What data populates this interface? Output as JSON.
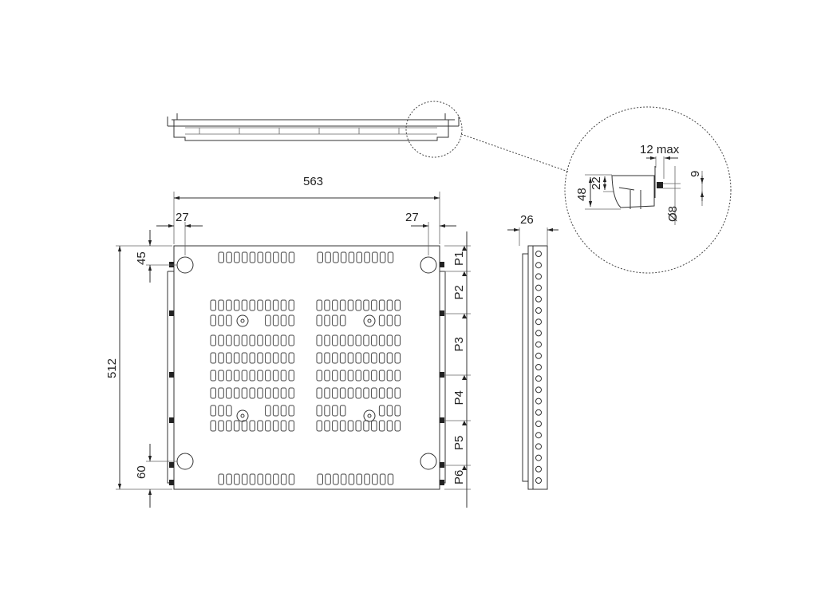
{
  "dimensions": {
    "width": "563",
    "left_offset": "27",
    "right_offset": "27",
    "top_hole": "45",
    "depth": "512",
    "bottom_hole": "60",
    "side_thickness": "26"
  },
  "pitch_labels": [
    "P1",
    "P2",
    "P3",
    "P4",
    "P5",
    "P6"
  ],
  "detail": {
    "max_gap": "12 max",
    "offset": "9",
    "height": "48",
    "inner_height": "22",
    "diameter": "Ø8"
  }
}
